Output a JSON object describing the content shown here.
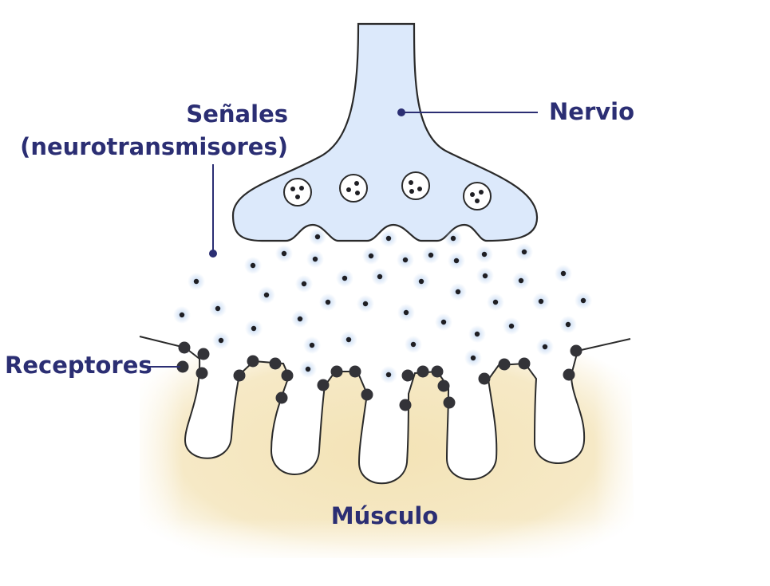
{
  "labels": {
    "nerve": "Nervio",
    "signals_line1": "Señales",
    "signals_line2": "(neurotransmisores)",
    "receptors": "Receptores",
    "muscle": "Músculo"
  },
  "colors": {
    "label_text": "#2b2e73",
    "leader_line": "#2b2e73",
    "nerve_fill": "#dce9fb",
    "outline": "#2a2a2a",
    "muscle_fill": "#f6e9c4",
    "dot": "#1f1f24",
    "dot_glow": "#c9dcf4"
  }
}
